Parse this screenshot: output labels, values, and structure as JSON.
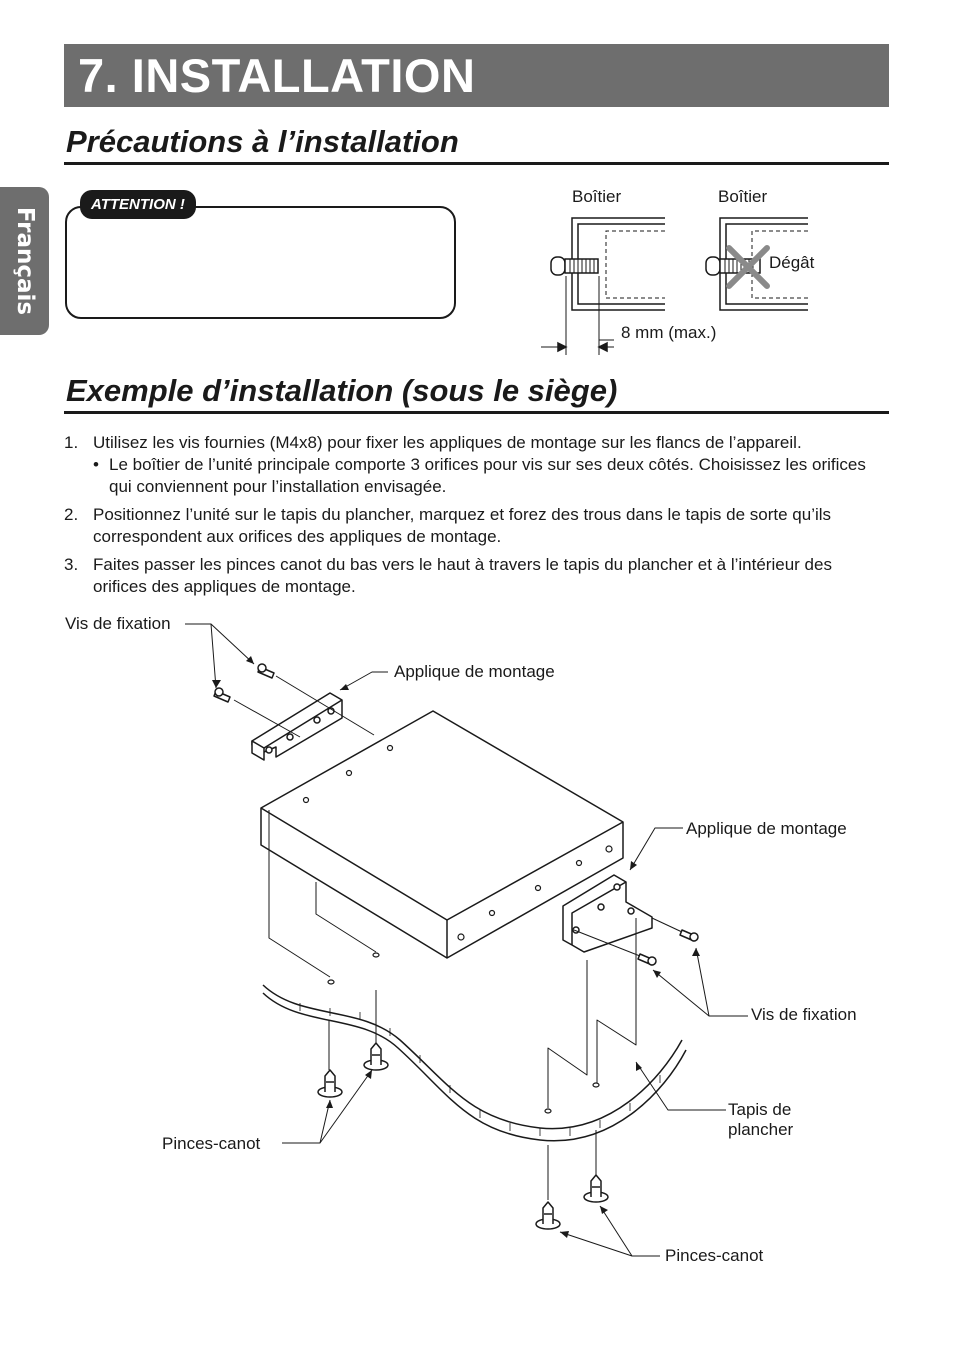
{
  "header": {
    "title": "7. INSTALLATION"
  },
  "side_tab": {
    "label": "Français"
  },
  "section1": {
    "title": "Précautions à l’installation",
    "attention_badge": "ATTENTION !",
    "figure": {
      "left_label": "Boîtier",
      "right_label": "Boîtier",
      "damage_label": "Dégât",
      "dimension_label": "8 mm (max.)"
    }
  },
  "section2": {
    "title": "Exemple d’installation (sous le siège)",
    "steps": [
      {
        "num": "1.",
        "text": "Utilisez les vis fournies (M4x8) pour fixer les appliques de montage sur les flancs de l’appareil.",
        "bullet": "Le boîtier de l’unité principale comporte 3 orifices pour vis sur ses deux côtés. Choisissez les orifices qui conviennent pour l’installation envisagée."
      },
      {
        "num": "2.",
        "text": "Positionnez l’unité sur le tapis du plancher, marquez et forez des trous dans le tapis de sorte qu’ils correspondent aux orifices des appliques de montage."
      },
      {
        "num": "3.",
        "text": "Faites passer les pinces canot du bas vers le haut à travers le tapis du plancher et à l’intérieur des orifices des appliques de montage."
      }
    ],
    "diagram": {
      "screws_left": "Vis de fixation",
      "bracket_top": "Applique de montage",
      "bracket_right": "Applique de montage",
      "screws_right": "Vis de fixation",
      "carpet_line1": "Tapis de",
      "carpet_line2": "plancher",
      "clips_left": "Pinces-canot",
      "clips_right": "Pinces-canot"
    }
  }
}
